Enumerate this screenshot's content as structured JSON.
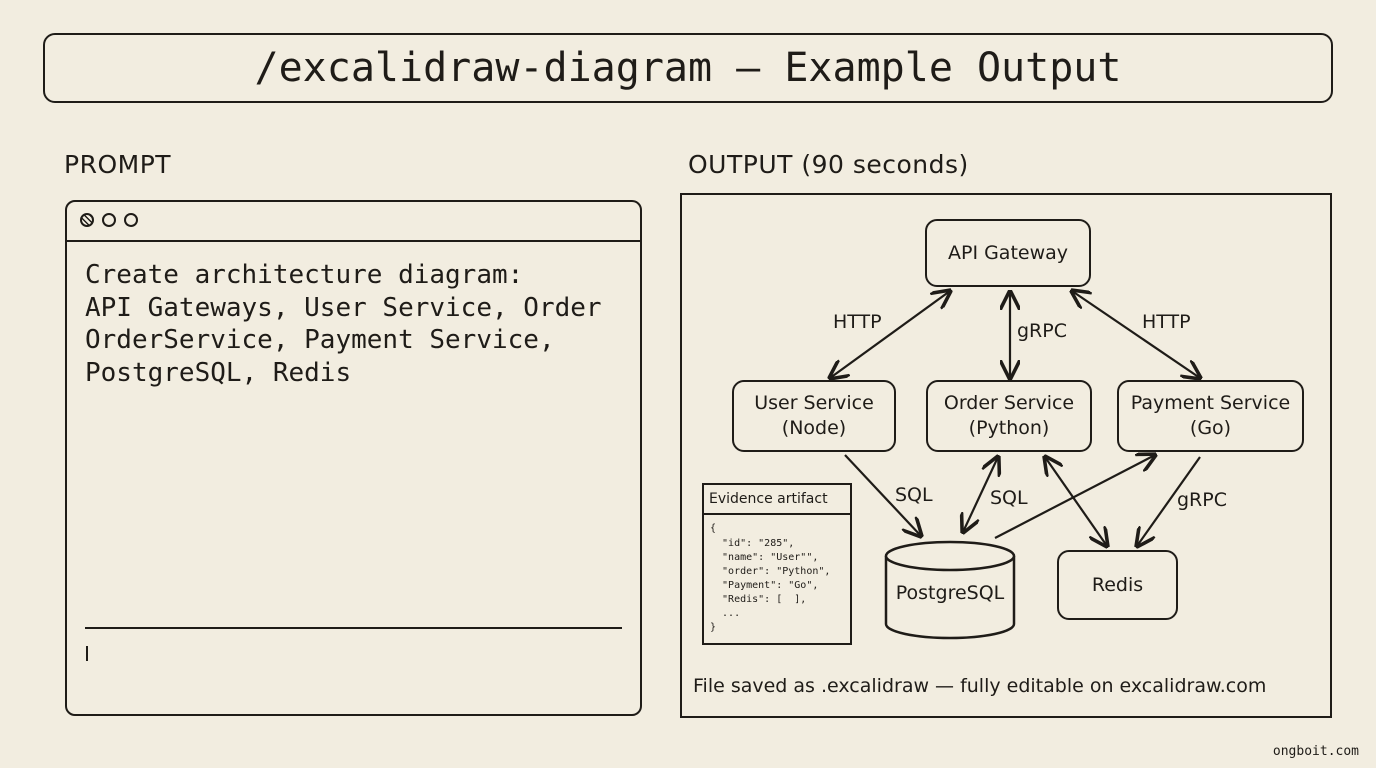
{
  "title": "/excalidraw-diagram — Example Output",
  "prompt_section": {
    "label": "PROMPT",
    "lines": [
      "Create architecture diagram:",
      "API Gateways, User Service, Order",
      "OrderService, Payment Service,",
      "PostgreSQL, Redis"
    ]
  },
  "output_section": {
    "label": "OUTPUT (90 seconds)",
    "nodes": {
      "api_gateway": "API Gateway",
      "user_service": [
        "User Service",
        "(Node)"
      ],
      "order_service": [
        "Order Service",
        "(Python)"
      ],
      "payment_service": [
        "Payment Service",
        "(Go)"
      ],
      "postgres": "PostgreSQL",
      "redis": "Redis"
    },
    "edge_labels": {
      "http_left": "HTTP",
      "grpc_center": "gRPC",
      "http_right": "HTTP",
      "sql_user": "SQL",
      "sql_order": "SQL",
      "grpc_payment": "gRPC"
    },
    "evidence": {
      "title": "Evidence artifact",
      "lines": [
        "{",
        "  \"id\": \"285\",",
        "  \"name\": \"User\"\",",
        "  \"order\": \"Python\",",
        "  \"Payment\": \"Go\",",
        "  \"Redis\": [  ],",
        "  ...",
        "}"
      ]
    },
    "footer": "File saved as .excalidraw — fully editable on excalidraw.com"
  },
  "watermark": "ongboit.com",
  "colors": {
    "background": "#f2ede0",
    "ink": "#1f1c18"
  }
}
